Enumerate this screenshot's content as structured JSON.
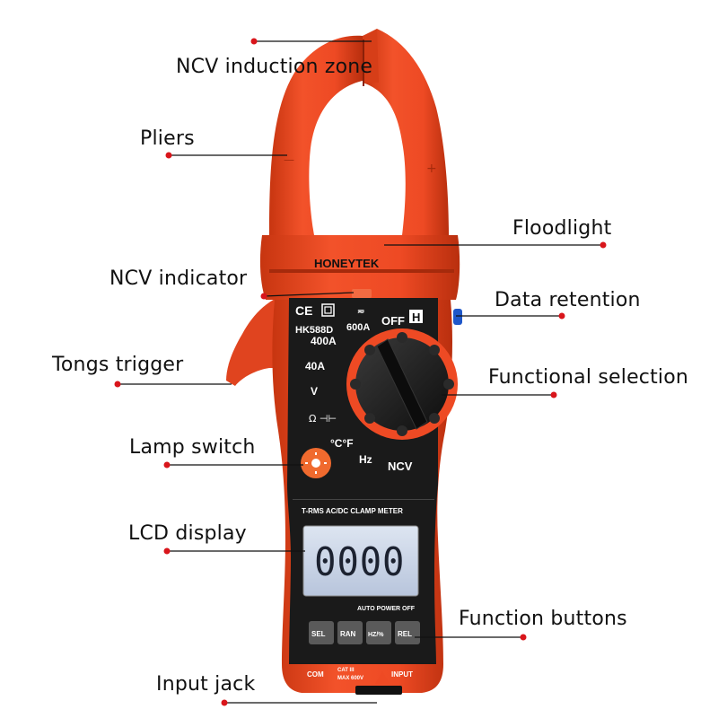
{
  "labels": {
    "ncv_zone": "NCV induction zone",
    "pliers": "Pliers",
    "floodlight": "Floodlight",
    "ncv_indicator": "NCV indicator",
    "data_retention": "Data retention",
    "tongs_trigger": "Tongs trigger",
    "functional_selection": "Functional selection",
    "lamp_switch": "Lamp switch",
    "lcd_display": "LCD display",
    "function_buttons": "Function buttons",
    "input_jack": "Input jack"
  },
  "device": {
    "brand": "HONEYTEK",
    "model": "HK588D",
    "ce_mark": "CE",
    "hold_key": "H",
    "dial": {
      "off": "OFF",
      "r600a": "600A",
      "r400a": "400A",
      "r40a": "40A",
      "volt": "V",
      "temp": "°C°F",
      "hz": "Hz",
      "ncv": "NCV",
      "ac_dc": "≂"
    },
    "banner": "T-RMS AC/DC CLAMP METER",
    "lcd_value": "0000",
    "auto_power_off": "AUTO POWER OFF",
    "buttons": [
      "SEL",
      "RAN",
      "HZ/%",
      "REL"
    ],
    "jack_com": "COM",
    "jack_cat": "CAT III",
    "jack_max": "MAX 600V",
    "jack_input": "INPUT",
    "plus_mark": "+",
    "minus_mark": "—"
  },
  "colors": {
    "body_orange": "#ee4a24",
    "body_dark": "#c23412",
    "panel_black": "#1a1a1a",
    "lcd_bg": "#c9d4e6",
    "leader_dot": "#d9151b",
    "button_gray": "#555555",
    "data_button_blue": "#1f57c9"
  }
}
